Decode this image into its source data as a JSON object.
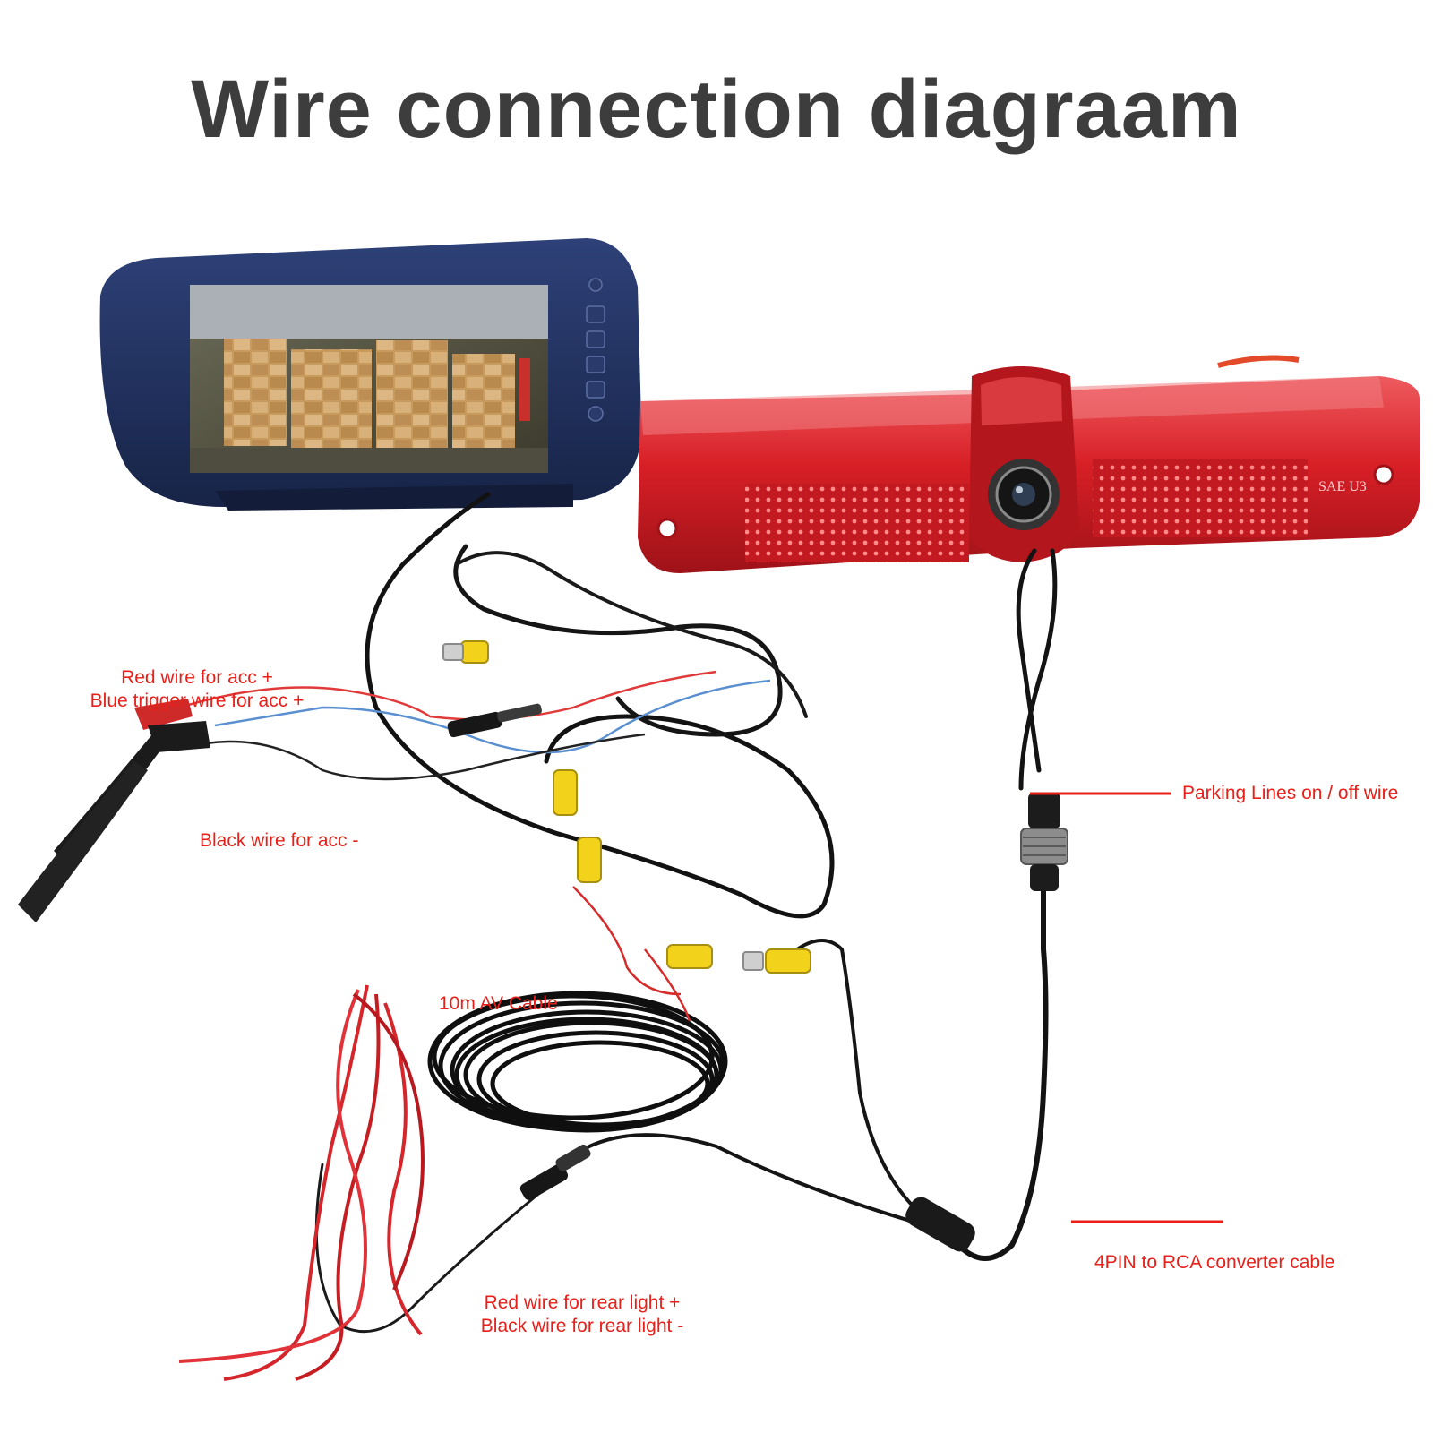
{
  "title": "Wire connection diagraam",
  "labels": {
    "acc_red": "Red wire for acc +",
    "acc_blue": "Blue trigger wire for acc +",
    "acc_black": "Black wire for acc -",
    "parking": "Parking Lines on / off wire",
    "av_cable": "10m AV Cable",
    "converter": "4PIN to RCA converter cable",
    "rear_red": "Red wire for rear light +",
    "rear_black": "Black wire for rear light -"
  },
  "device_text": {
    "camera_mark": "SAE U3"
  },
  "colors": {
    "label": "#e8201a",
    "title": "#3d3d3d",
    "monitor": "#1f2f5c",
    "brake_light": "#d81f26",
    "rca_yellow": "#f2d21b",
    "cable": "#111111"
  }
}
